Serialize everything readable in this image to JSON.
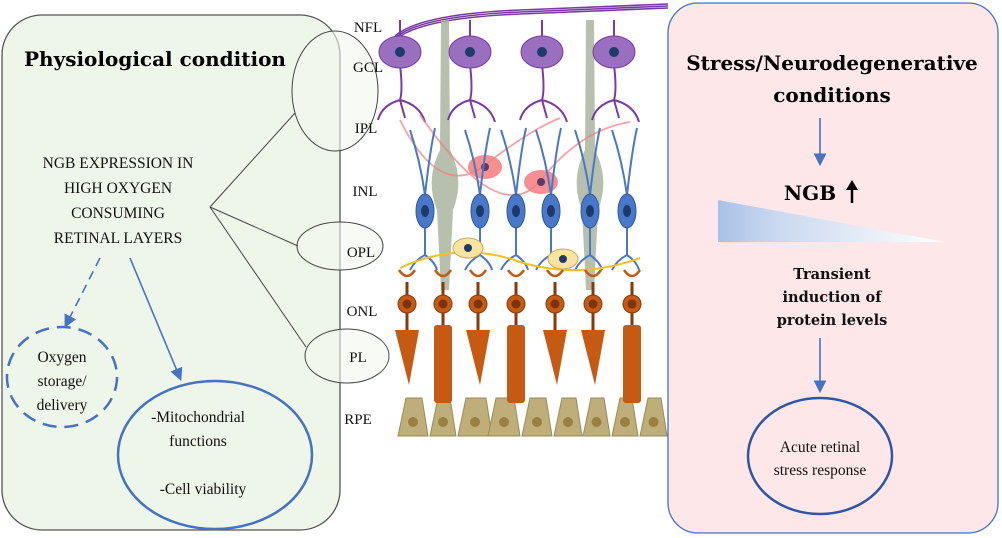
{
  "left_panel": {
    "title": "Physiological condition",
    "expression_lines": [
      "NGB EXPRESSION IN",
      "HIGH OXYGEN",
      "CONSUMING",
      "RETINAL LAYERS"
    ],
    "oxygen_lines": [
      "Oxygen",
      "storage/",
      "delivery"
    ],
    "function_lines": [
      "-Mitochondrial",
      "functions",
      "-Cell viability"
    ]
  },
  "layers": [
    "NFL",
    "GCL",
    "IPL",
    "INL",
    "OPL",
    "ONL",
    "PL",
    "RPE"
  ],
  "right_panel": {
    "title_lines": [
      "Stress/Neurodegenerative",
      "conditions"
    ],
    "ngb_label": "NGB",
    "induction_lines": [
      "Transient",
      "induction of",
      "protein levels"
    ],
    "response_lines": [
      "Acute retinal",
      "stress response"
    ]
  },
  "colors": {
    "left_bg": "#eef5e9",
    "right_bg": "#fde7e9",
    "accent_blue": "#4472c4",
    "ganglion": "#9b6fc0",
    "bipolar": "#4a78c8",
    "amacrine": "#f47c7c",
    "horizontal": "#fbe3a0",
    "photoreceptor": "#c65a12",
    "rpe": "#bfae7a",
    "muller": "#a9b59e"
  }
}
